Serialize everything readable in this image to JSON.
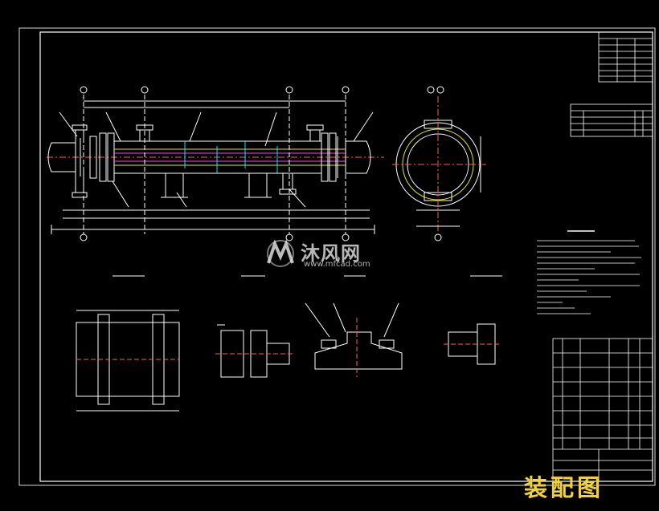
{
  "watermark": {
    "brand_cn": "沐风网",
    "brand_url": "www.mfcad.com",
    "logo_icon": "mf-logo-icon"
  },
  "caption": "装配图",
  "colors": {
    "background": "#000000",
    "line_white": "#ffffff",
    "line_yellow": "#e8e800",
    "line_cyan": "#00e5ff",
    "line_magenta": "#ff40ff",
    "line_green": "#33ff33",
    "caption_color": "#f2d23a"
  }
}
